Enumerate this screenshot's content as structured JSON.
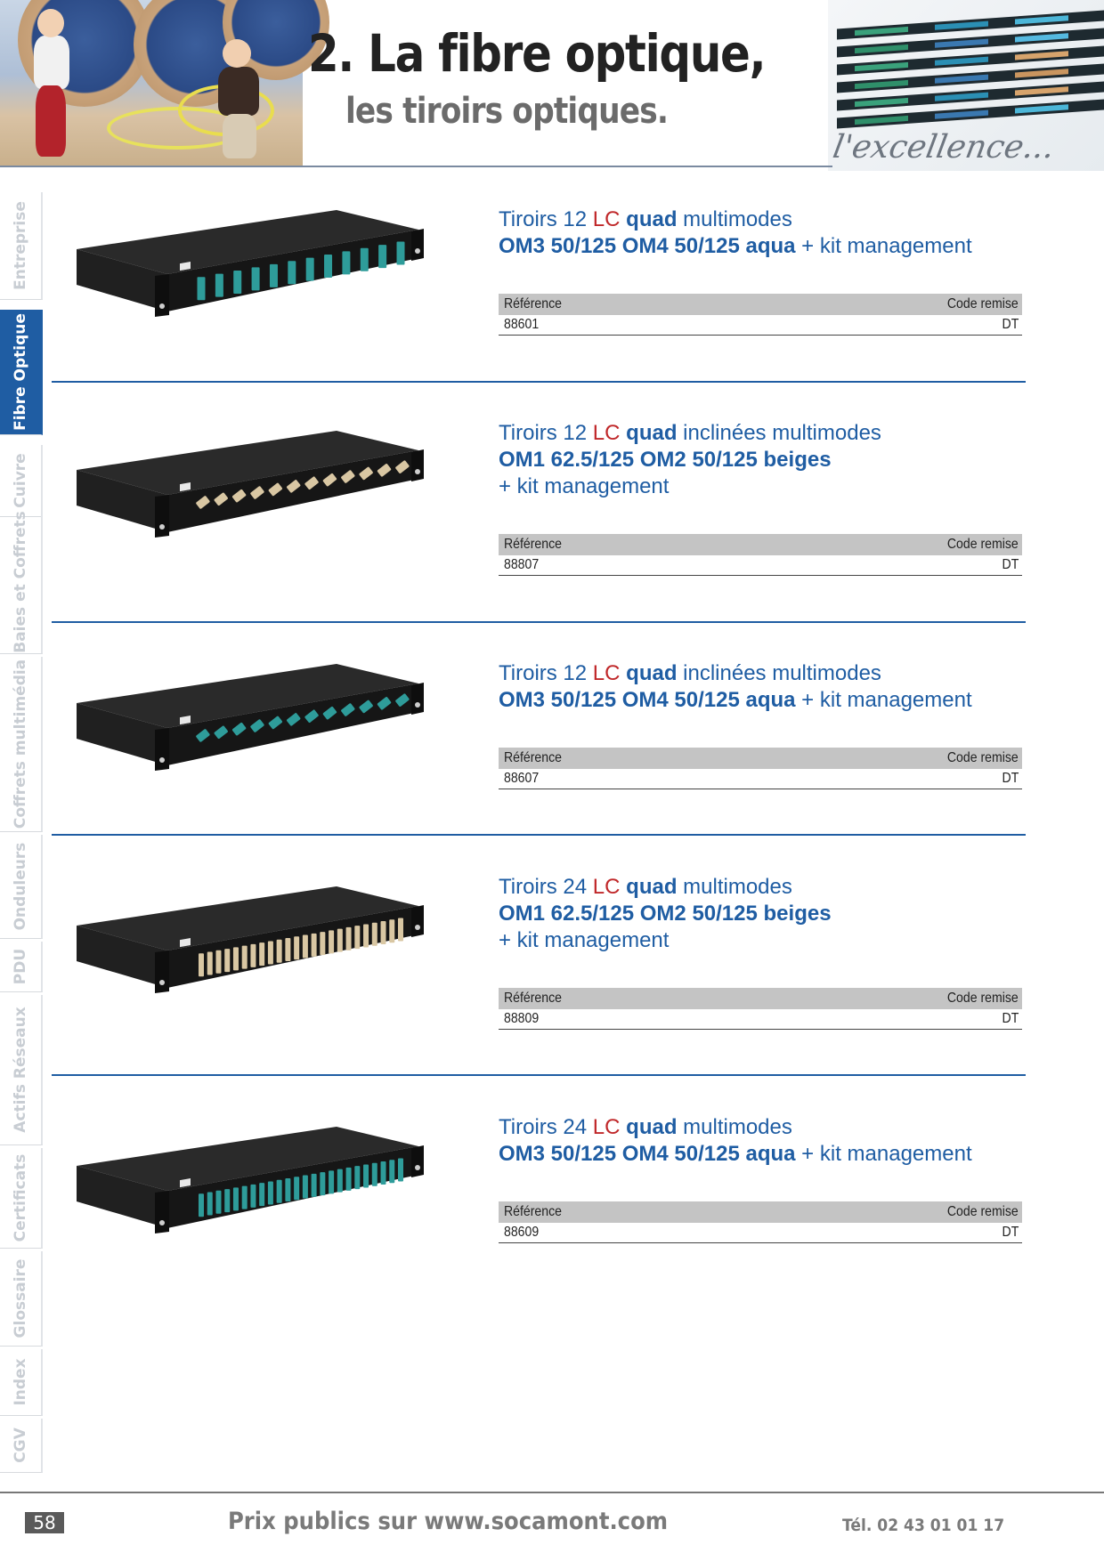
{
  "header": {
    "title": "2. La fibre optique,",
    "subtitle": "les tiroirs optiques.",
    "tagline": "l'excellence..."
  },
  "tabs": [
    {
      "label": "Entreprise",
      "active": false
    },
    {
      "label": "Fibre Optique",
      "active": true
    },
    {
      "label": "Cuivre",
      "active": false
    },
    {
      "label": "Baies et Coffrets",
      "active": false
    },
    {
      "label": "Coffrets multimédia",
      "active": false
    },
    {
      "label": "Onduleurs",
      "active": false
    },
    {
      "label": "PDU",
      "active": false
    },
    {
      "label": "Actifs Réseaux",
      "active": false
    },
    {
      "label": "Certificats",
      "active": false
    },
    {
      "label": "Glossaire",
      "active": false
    },
    {
      "label": "Index",
      "active": false
    },
    {
      "label": "CGV",
      "active": false
    }
  ],
  "table_headers": {
    "reference": "Référence",
    "code": "Code remise"
  },
  "products": [
    {
      "line1": {
        "pre": "Tiroirs 12 ",
        "lc": "LC",
        "quad": " quad",
        "post": " multimodes"
      },
      "line2": {
        "bold": "OM3 50/125 OM4 50/125 aqua",
        "post": " + kit management"
      },
      "line3": "",
      "reference": "88601",
      "code": "DT",
      "connector_color": "#2e9c9a",
      "ports": 12,
      "angled": false
    },
    {
      "line1": {
        "pre": "Tiroirs 12 ",
        "lc": "LC",
        "quad": " quad",
        "post": " inclinées multimodes"
      },
      "line2": {
        "bold": "OM1 62.5/125 OM2 50/125 beiges",
        "post": ""
      },
      "line3": "+ kit management",
      "reference": "88807",
      "code": "DT",
      "connector_color": "#d9c7a3",
      "ports": 12,
      "angled": true
    },
    {
      "line1": {
        "pre": "Tiroirs 12 ",
        "lc": "LC",
        "quad": " quad",
        "post": " inclinées multimodes"
      },
      "line2": {
        "bold": "OM3 50/125 OM4 50/125 aqua",
        "post": " + kit management"
      },
      "line3": "",
      "reference": "88607",
      "code": "DT",
      "connector_color": "#2e9c9a",
      "ports": 12,
      "angled": true
    },
    {
      "line1": {
        "pre": "Tiroirs 24 ",
        "lc": "LC",
        "quad": " quad",
        "post": " multimodes"
      },
      "line2": {
        "bold": "OM1 62.5/125 OM2 50/125 beiges",
        "post": ""
      },
      "line3": "+ kit management",
      "reference": "88809",
      "code": "DT",
      "connector_color": "#d9c7a3",
      "ports": 24,
      "angled": false
    },
    {
      "line1": {
        "pre": "Tiroirs 24 ",
        "lc": "LC",
        "quad": " quad",
        "post": " multimodes"
      },
      "line2": {
        "bold": "OM3 50/125 OM4 50/125 aqua",
        "post": " + kit management"
      },
      "line3": "",
      "reference": "88609",
      "code": "DT",
      "connector_color": "#2e9c9a",
      "ports": 24,
      "angled": false
    }
  ],
  "footer": {
    "page_number": "58",
    "url_text": "Prix publics sur www.socamont.com",
    "phone": "Tél. 02 43 01 01 17"
  }
}
